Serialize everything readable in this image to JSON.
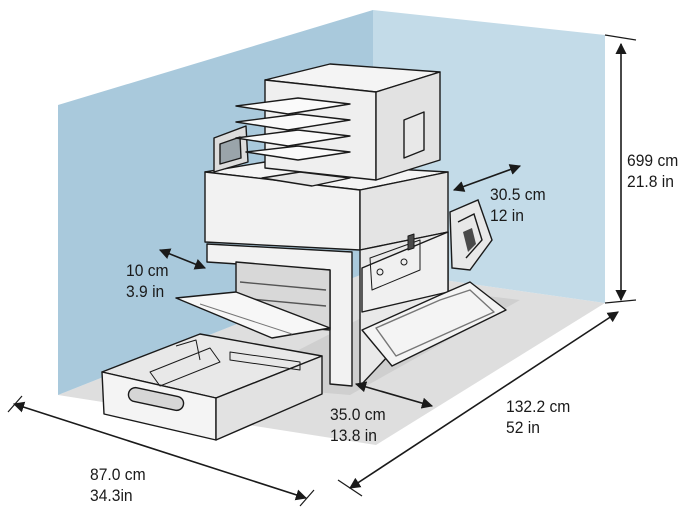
{
  "diagram": {
    "colors": {
      "wall": "#a9c9dc",
      "wall_right": "#c3dbe8",
      "floor": "#dedede",
      "printer_body": "#f2f2f2",
      "outline": "#1a1a1a",
      "shadow": "#8c8c8c"
    },
    "dimensions": {
      "height": {
        "metric": "699 cm",
        "imperial": "21.8 in"
      },
      "rear_clearance": {
        "metric": "30.5 cm",
        "imperial": "12 in"
      },
      "left_clearance": {
        "metric": "10 cm",
        "imperial": "3.9 in"
      },
      "front_clearance": {
        "metric": "35.0 cm",
        "imperial": "13.8 in"
      },
      "depth": {
        "metric": "132.2 cm",
        "imperial": "52 in"
      },
      "width": {
        "metric": "87.0 cm",
        "imperial": "34.3in"
      }
    }
  }
}
